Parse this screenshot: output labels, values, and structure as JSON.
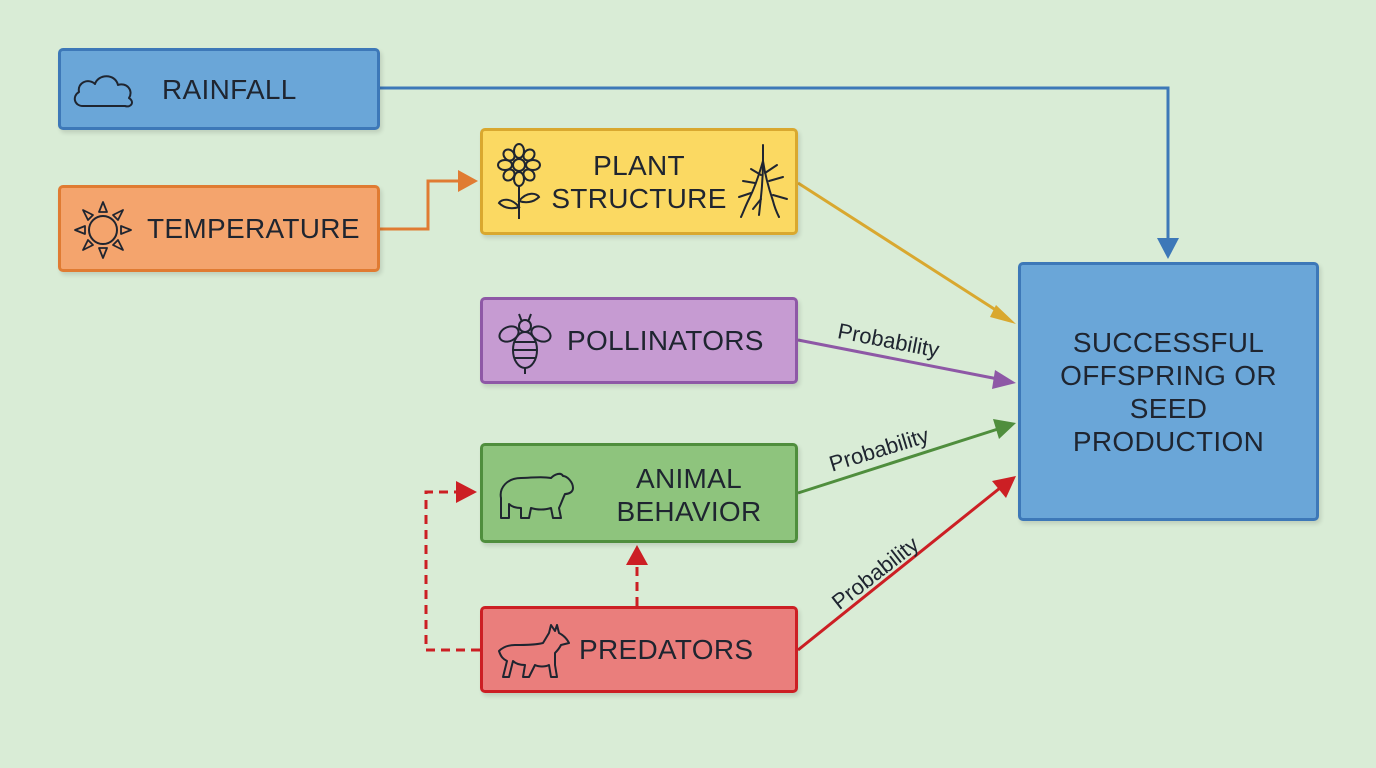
{
  "diagram": {
    "nodes": {
      "rainfall": {
        "label": "RAINFALL",
        "icon": "cloud-icon",
        "color": "#6aa6d8"
      },
      "temperature": {
        "label": "TEMPERATURE",
        "icon": "sun-icon",
        "color": "#f4a46d"
      },
      "plant": {
        "label_line1": "PLANT",
        "label_line2": "STRUCTURE",
        "icons": [
          "flower-icon",
          "roots-icon"
        ],
        "color": "#fbd962"
      },
      "pollinators": {
        "label": "POLLINATORS",
        "icon": "bee-icon",
        "color": "#c69bd2"
      },
      "animal": {
        "label_line1": "ANIMAL",
        "label_line2": "BEHAVIOR",
        "icon": "bear-icon",
        "color": "#8ec47d"
      },
      "predators": {
        "label": "PREDATORS",
        "icon": "wolf-icon",
        "color": "#ea7e7c"
      },
      "outcome": {
        "label_lines": [
          "SUCCESSFUL",
          "OFFSPRING OR",
          "SEED",
          "PRODUCTION"
        ],
        "color": "#6aa6d8"
      }
    },
    "edges": [
      {
        "from": "rainfall",
        "to": "outcome",
        "style": "solid",
        "color": "#3d78b8",
        "label": ""
      },
      {
        "from": "temperature",
        "to": "plant",
        "style": "solid",
        "color": "#e07b32",
        "label": ""
      },
      {
        "from": "plant",
        "to": "outcome",
        "style": "solid",
        "color": "#d9a82f",
        "label": ""
      },
      {
        "from": "pollinators",
        "to": "outcome",
        "style": "solid",
        "color": "#8e58a6",
        "label": "Probability"
      },
      {
        "from": "animal",
        "to": "outcome",
        "style": "solid",
        "color": "#4f8e3d",
        "label": "Probability"
      },
      {
        "from": "predators",
        "to": "outcome",
        "style": "solid",
        "color": "#cc1f24",
        "label": "Probability"
      },
      {
        "from": "predators",
        "to": "animal",
        "style": "dashed",
        "color": "#cc1f24",
        "label": ""
      },
      {
        "from": "predators",
        "to": "animal",
        "style": "dashed",
        "color": "#cc1f24",
        "label": ""
      }
    ]
  }
}
